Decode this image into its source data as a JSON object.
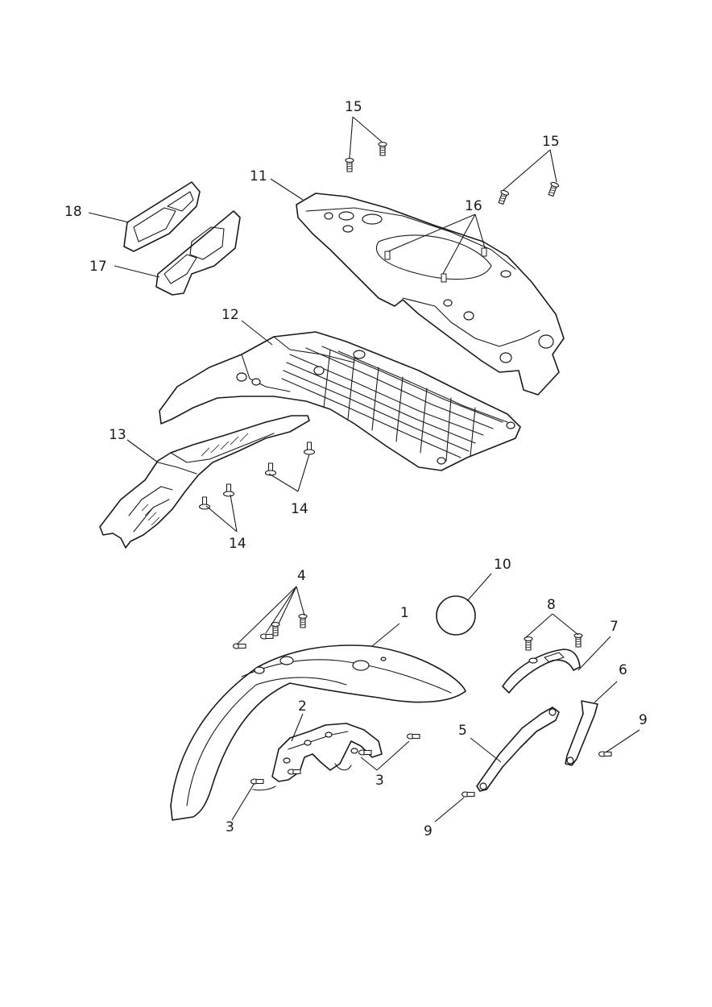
{
  "diagram": {
    "background_color": "#ffffff",
    "line_color": "#1a1a1a",
    "callouts": [
      {
        "id": "c15a",
        "label": "15"
      },
      {
        "id": "c15b",
        "label": "15"
      },
      {
        "id": "c11",
        "label": "11"
      },
      {
        "id": "c16",
        "label": "16"
      },
      {
        "id": "c18",
        "label": "18"
      },
      {
        "id": "c17",
        "label": "17"
      },
      {
        "id": "c12",
        "label": "12"
      },
      {
        "id": "c13",
        "label": "13"
      },
      {
        "id": "c14a",
        "label": "14"
      },
      {
        "id": "c14b",
        "label": "14"
      },
      {
        "id": "c4",
        "label": "4"
      },
      {
        "id": "c10",
        "label": "10"
      },
      {
        "id": "c1",
        "label": "1"
      },
      {
        "id": "c8",
        "label": "8"
      },
      {
        "id": "c7",
        "label": "7"
      },
      {
        "id": "c6",
        "label": "6"
      },
      {
        "id": "c2",
        "label": "2"
      },
      {
        "id": "c5",
        "label": "5"
      },
      {
        "id": "c9a",
        "label": "9"
      },
      {
        "id": "c3a",
        "label": "3"
      },
      {
        "id": "c3b",
        "label": "3"
      },
      {
        "id": "c9b",
        "label": "9"
      }
    ]
  }
}
